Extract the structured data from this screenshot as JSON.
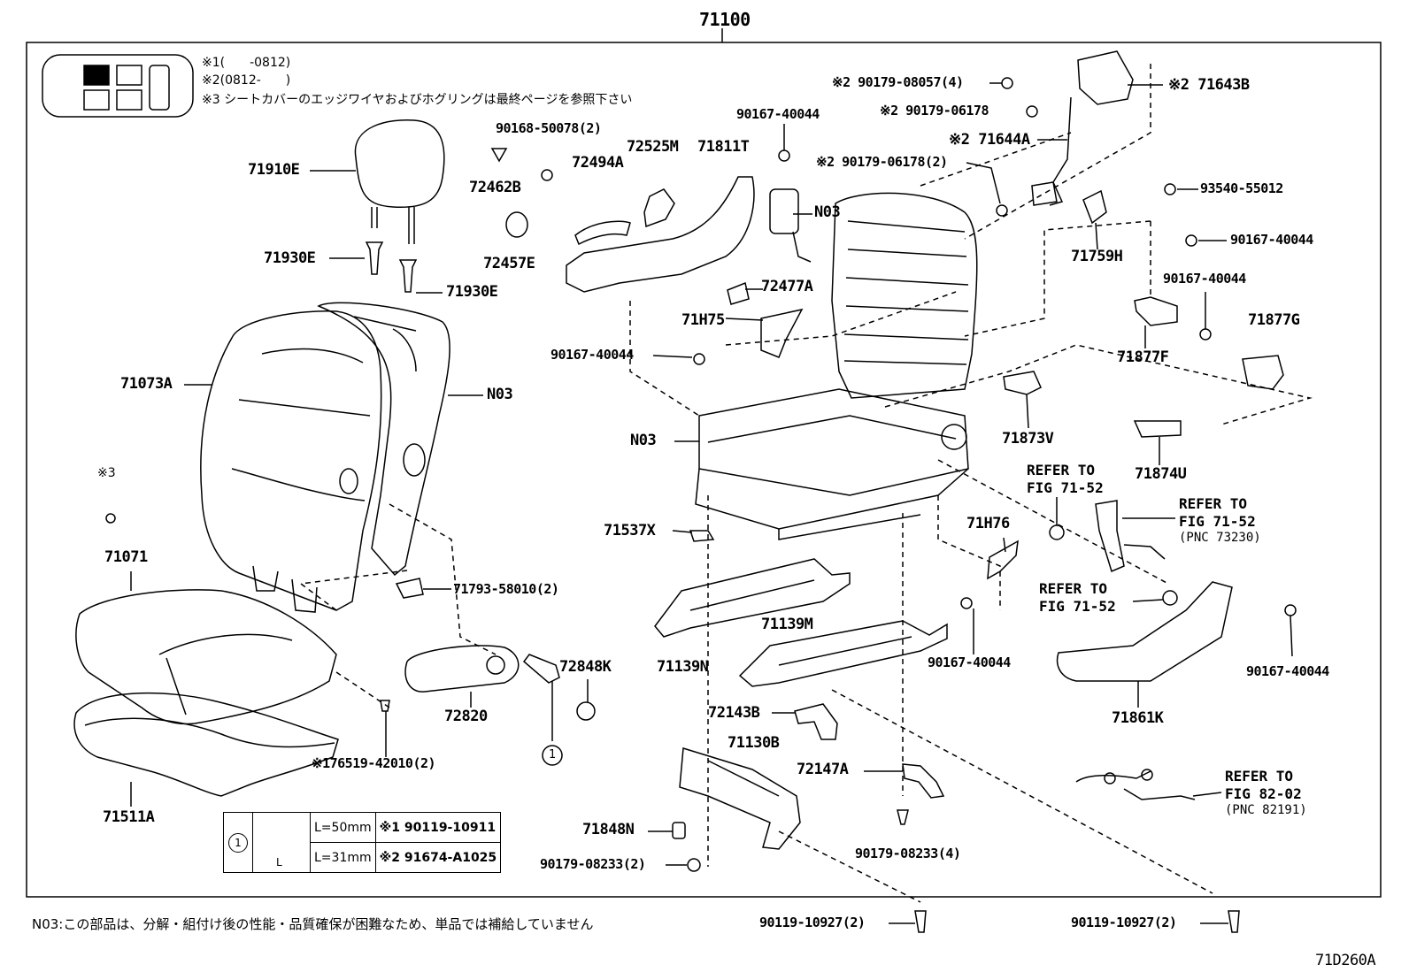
{
  "assembly_number": "71100",
  "figure_code": "71D260A",
  "notes": {
    "n1": "※1(　　-0812)",
    "n2": "※2(0812-　　)",
    "n3": "※3 シートカバーのエッジワイヤおよびホグリングは最終ページを参照下さい"
  },
  "footer_note": "N03:この部品は、分解・組付け後の性能・品質確保が困難なため、単品では補給していません",
  "parts": {
    "p71910E": "71910E",
    "p71930E_a": "71930E",
    "p71930E_b": "71930E",
    "p71073A": "71073A",
    "pN03_back": "N03",
    "pN03_frame": "N03",
    "pN03_cushion": "N03",
    "p_star3": "※3",
    "p71071": "71071",
    "p71511A": "71511A",
    "p90168": "90168-50078(2)",
    "p72462B": "72462B",
    "p72494A": "72494A",
    "p72525M": "72525M",
    "p71811T": "71811T",
    "p90167_top": "90167-40044",
    "p72457E": "72457E",
    "p72477A": "72477A",
    "p71H75": "71H75",
    "p90167_left": "90167-40044",
    "p71793": "71793-58010(2)",
    "p72820": "72820",
    "p72848K": "72848K",
    "p76519": "※176519-42010(2)",
    "p_circle1": "1",
    "p90179_08057": "※2 90179-08057(4)",
    "p90179_06178a": "※2 90179-06178",
    "p71643B": "※2 71643B",
    "p71644A": "※2 71644A",
    "p90179_06178b": "※2 90179-06178(2)",
    "p93540": "93540-55012",
    "p90167_r1": "90167-40044",
    "p71759H": "71759H",
    "p90167_r2": "90167-40044",
    "p71877F": "71877F",
    "p71877G": "71877G",
    "p71873V": "71873V",
    "p71874U": "71874U",
    "p71537X": "71537X",
    "p71H76": "71H76",
    "p71139M": "71139M",
    "p71139N": "71139N",
    "p90167_mid": "90167-40044",
    "p72143B": "72143B",
    "p71130B": "71130B",
    "p72147A": "72147A",
    "p71848N": "71848N",
    "p90179_08233a": "90179-08233(2)",
    "p90179_08233b": "90179-08233(4)",
    "p71861K": "71861K",
    "p90167_br": "90167-40044",
    "p90119_a": "90119-10927(2)",
    "p90119_b": "90119-10927(2)"
  },
  "refs": {
    "r1_line1": "REFER TO",
    "r1_line2": "FIG 71-52",
    "r2_line1": "REFER TO",
    "r2_line2": "FIG 71-52",
    "r2_pnc": "(PNC 73230)",
    "r3_line1": "REFER TO",
    "r3_line2": "FIG 71-52",
    "r4_line1": "REFER TO",
    "r4_line2": "FIG 82-02",
    "r4_pnc": "(PNC 82191)"
  },
  "bolt_table": {
    "circle": "1",
    "len1": "L=50mm",
    "part1": "※1 90119-10911",
    "len2": "L=31mm",
    "part2": "※2 91674-A1025",
    "dim_label": "L"
  }
}
